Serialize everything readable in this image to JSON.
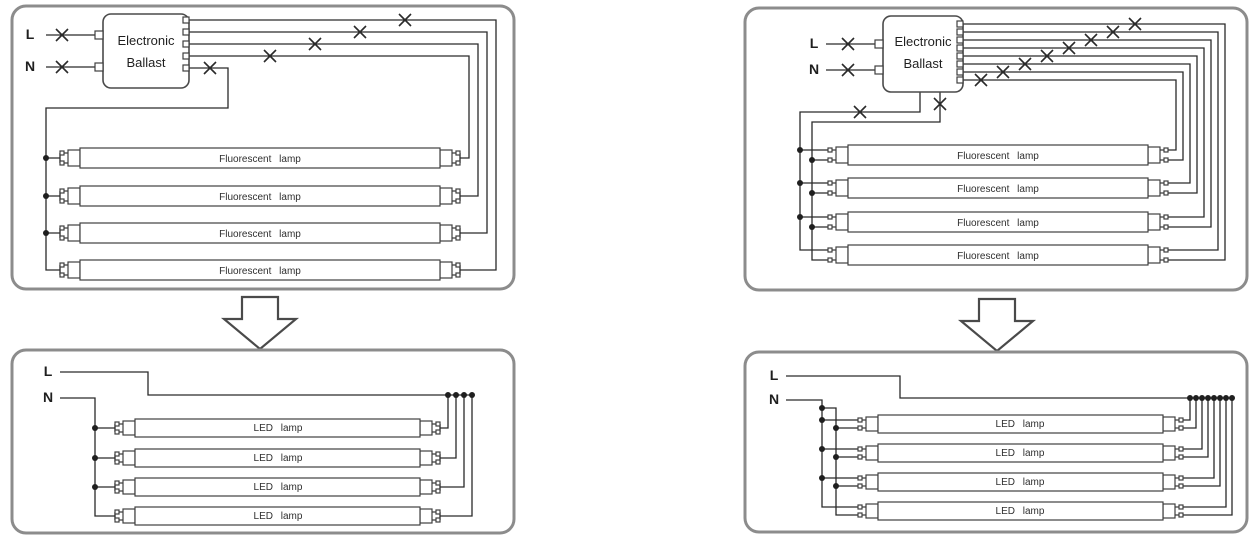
{
  "colors": {
    "wire": "#2a2a2a",
    "panel_border": "#8c8c8c",
    "component_border": "#3f3f3f",
    "text": "#1f1f1f",
    "background": "#ffffff"
  },
  "panels": {
    "before_left": {
      "line_label": "L",
      "neutral_label": "N",
      "ballast": {
        "line1": "Electronic",
        "line2": "Ballast"
      },
      "lamps": [
        "Fluorescent lamp",
        "Fluorescent lamp",
        "Fluorescent lamp",
        "Fluorescent lamp"
      ]
    },
    "before_right": {
      "line_label": "L",
      "neutral_label": "N",
      "ballast": {
        "line1": "Electronic",
        "line2": "Ballast"
      },
      "lamps": [
        "Fluorescent lamp",
        "Fluorescent lamp",
        "Fluorescent lamp",
        "Fluorescent lamp"
      ]
    },
    "after_left": {
      "line_label": "L",
      "neutral_label": "N",
      "lamps": [
        "LED lamp",
        "LED lamp",
        "LED lamp",
        "LED lamp"
      ]
    },
    "after_right": {
      "line_label": "L",
      "neutral_label": "N",
      "lamps": [
        "LED lamp",
        "LED lamp",
        "LED lamp",
        "LED lamp"
      ]
    }
  }
}
